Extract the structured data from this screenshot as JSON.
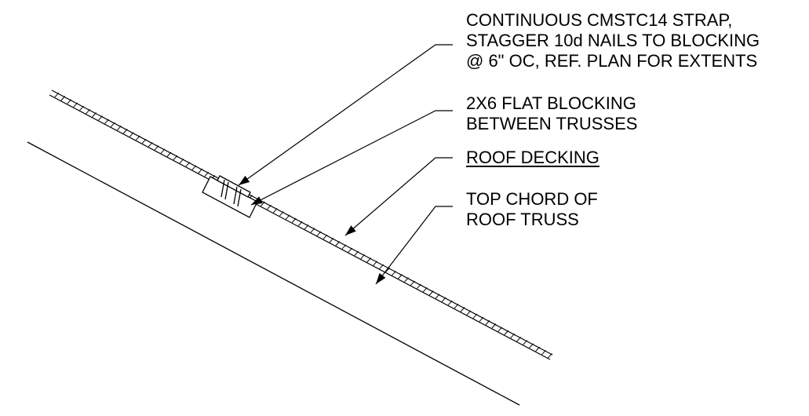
{
  "callouts": {
    "strap": {
      "line1": "CONTINUOUS CMSTC14 STRAP,",
      "line2": "STAGGER 10d NAILS TO BLOCKING",
      "line3": "@ 6\" OC, REF. PLAN FOR EXTENTS"
    },
    "blocking": {
      "line1": "2X6 FLAT BLOCKING",
      "line2": "BETWEEN TRUSSES"
    },
    "decking": {
      "line1": "ROOF DECKING"
    },
    "chord": {
      "line1": "TOP CHORD OF",
      "line2": "ROOF TRUSS"
    }
  },
  "colors": {
    "ink": "#000000",
    "background": "#ffffff"
  }
}
